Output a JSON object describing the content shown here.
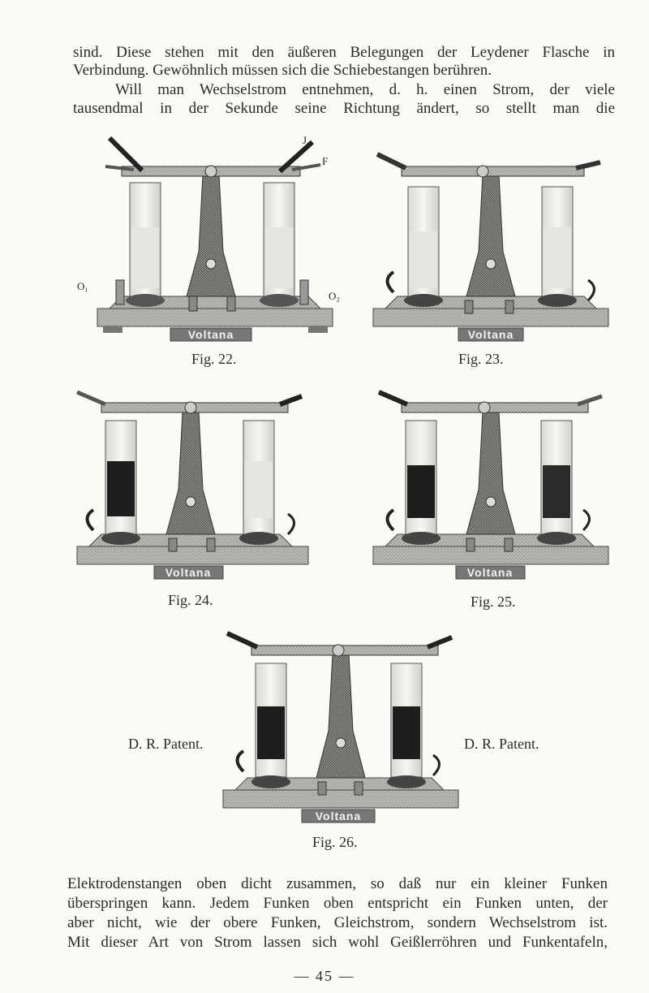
{
  "top_text": [
    "sind.  Diese stehen mit den äußeren Belegungen der Leydener Flasche in",
    "Verbindung.  Gewöhnlich müssen sich die Schiebestangen berühren.",
    "Will man Wechselstrom entnehmen, d. h. einen Strom, der viele",
    "tausendmal in der Sekunde seine Richtung ändert, so stellt man die"
  ],
  "figures": [
    {
      "caption": "Fig. 22.",
      "brand": "Voltana",
      "labels": {
        "J": "J",
        "F": "F",
        "O1": "O₁",
        "O2": "O₂"
      }
    },
    {
      "caption": "Fig. 23.",
      "brand": "Voltana"
    },
    {
      "caption": "Fig. 24.",
      "brand": "Voltana"
    },
    {
      "caption": "Fig. 25.",
      "brand": "Voltana"
    },
    {
      "caption": "Fig. 26.",
      "brand": "Voltana"
    }
  ],
  "patent_left": "D. R. Patent.",
  "patent_right": "D. R. Patent.",
  "bottom_text": [
    "Elektrodenstangen oben dicht zusammen, so daß nur ein kleiner Funken",
    "überspringen kann.  Jedem Funken oben entspricht ein Funken unten, der",
    "aber nicht, wie der obere Funken, Gleichstrom, sondern Wechselstrom ist.",
    "Mit dieser Art von Strom lassen sich wohl Geißlerröhren und Funkentafeln,"
  ],
  "page_number": "— 45 —",
  "colors": {
    "ink": "#2a2a2a",
    "paper": "#fbfaf6",
    "liquid_light": "#e4e4e0",
    "liquid_dark": "#1e1e1e",
    "metal": "#8a8a8a"
  }
}
